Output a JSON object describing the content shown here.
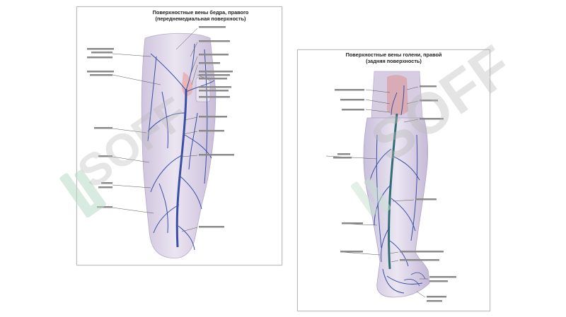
{
  "posters": [
    {
      "title_line1": "Поверхностные вены бедра, правого",
      "title_line2": "(переднемедиальная поверхность)"
    },
    {
      "title_line1": "Поверхностные вены голени, правой",
      "title_line2": "(задняя поверхность)"
    }
  ],
  "watermark": {
    "text": "SOFF"
  },
  "colors": {
    "vein": "#3a4fa3",
    "skin": "#ddd4e8",
    "label": "#444444"
  }
}
